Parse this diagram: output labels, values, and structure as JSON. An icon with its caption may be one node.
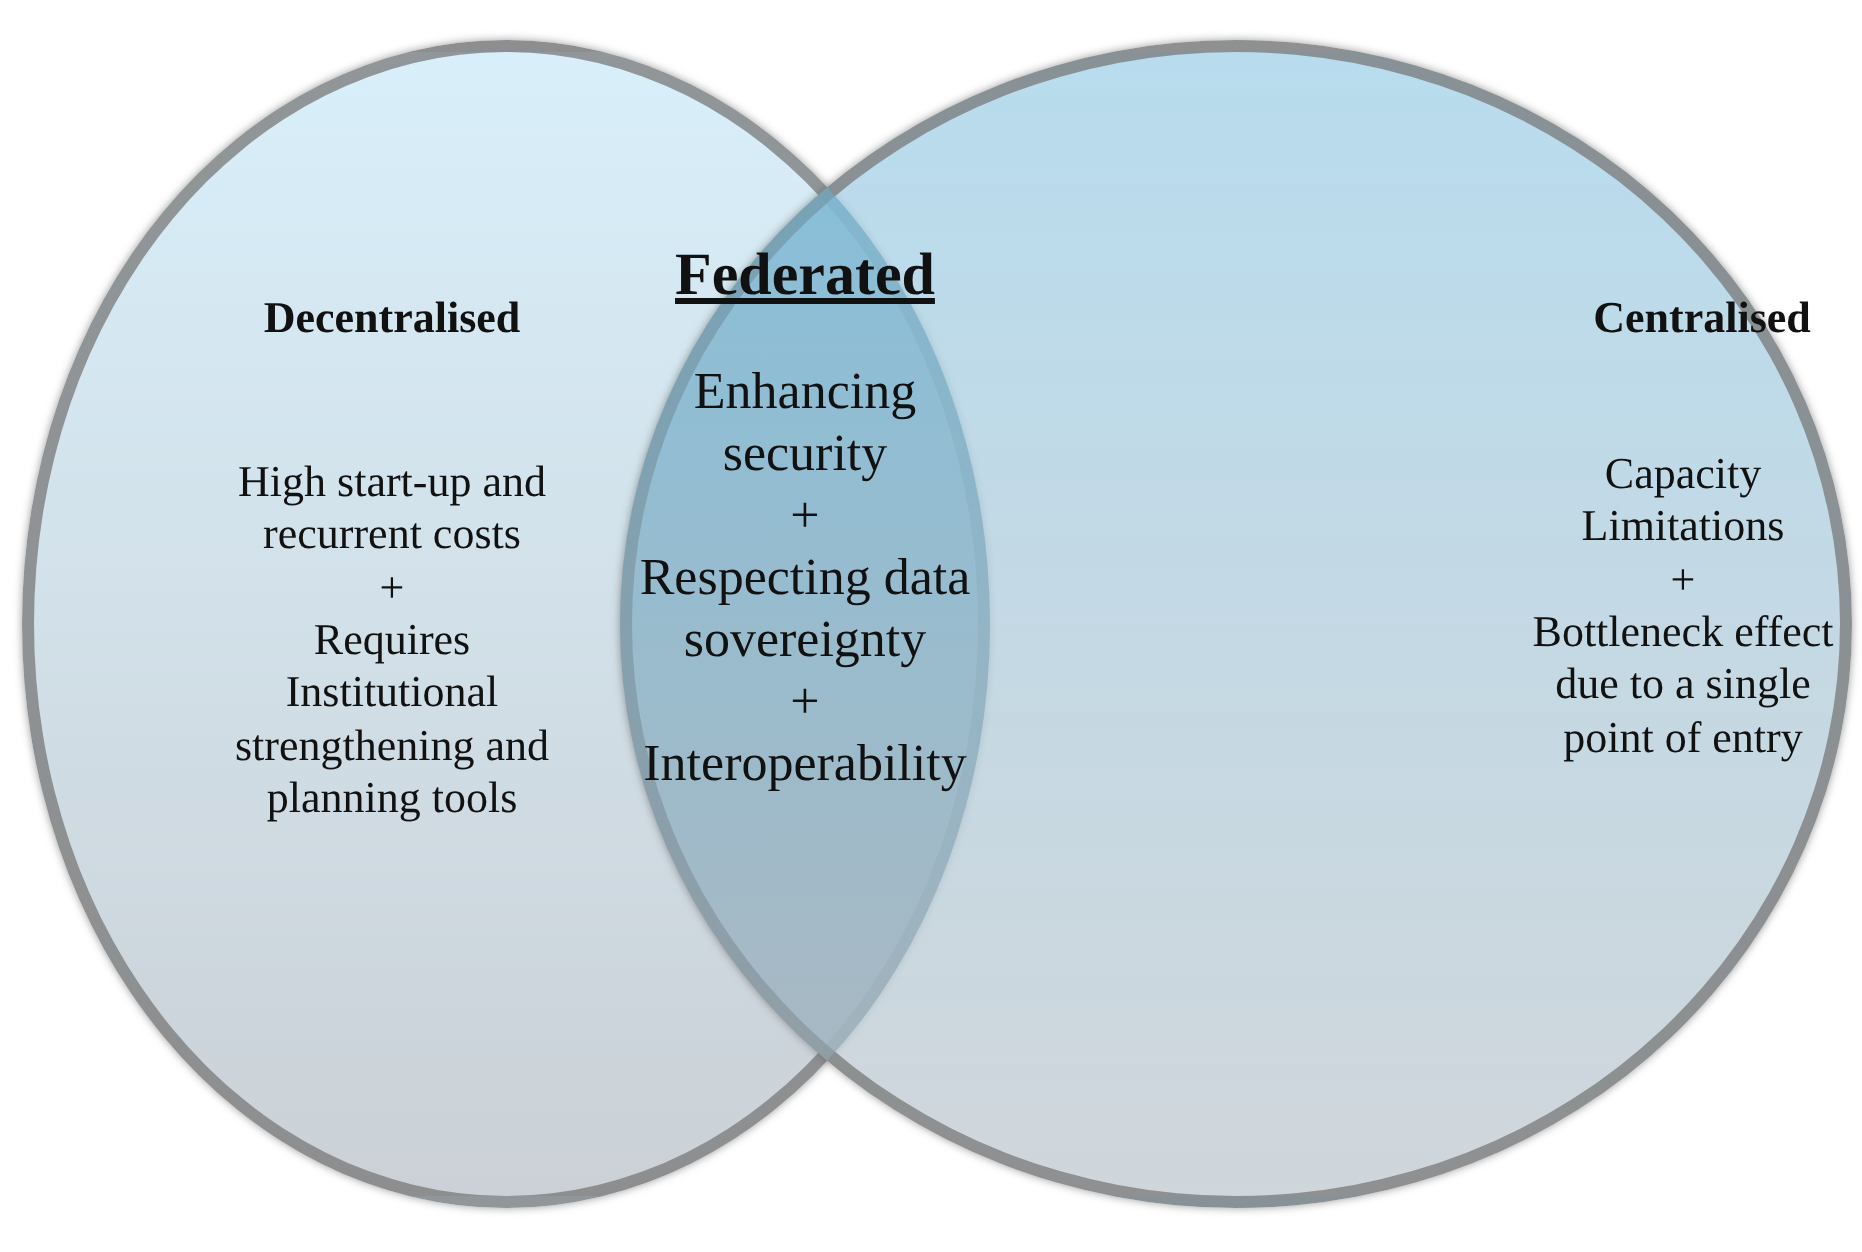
{
  "diagram": {
    "nodes": [
      {
        "text": [
          "Decentralised",
          "High start-up and recurrent costs",
          "+",
          "Requires Institutional strengthening and planning tools"
        ]
      },
      {
        "text": [
          "Centralised",
          "Capacity Limitations",
          "+",
          "Bottleneck effect due to a single point of entry"
        ]
      },
      {
        "text": [
          "Federated",
          "Enhancing security",
          "+",
          "Respecting data sovereignty",
          "+",
          "Interoperability"
        ]
      }
    ]
  }
}
